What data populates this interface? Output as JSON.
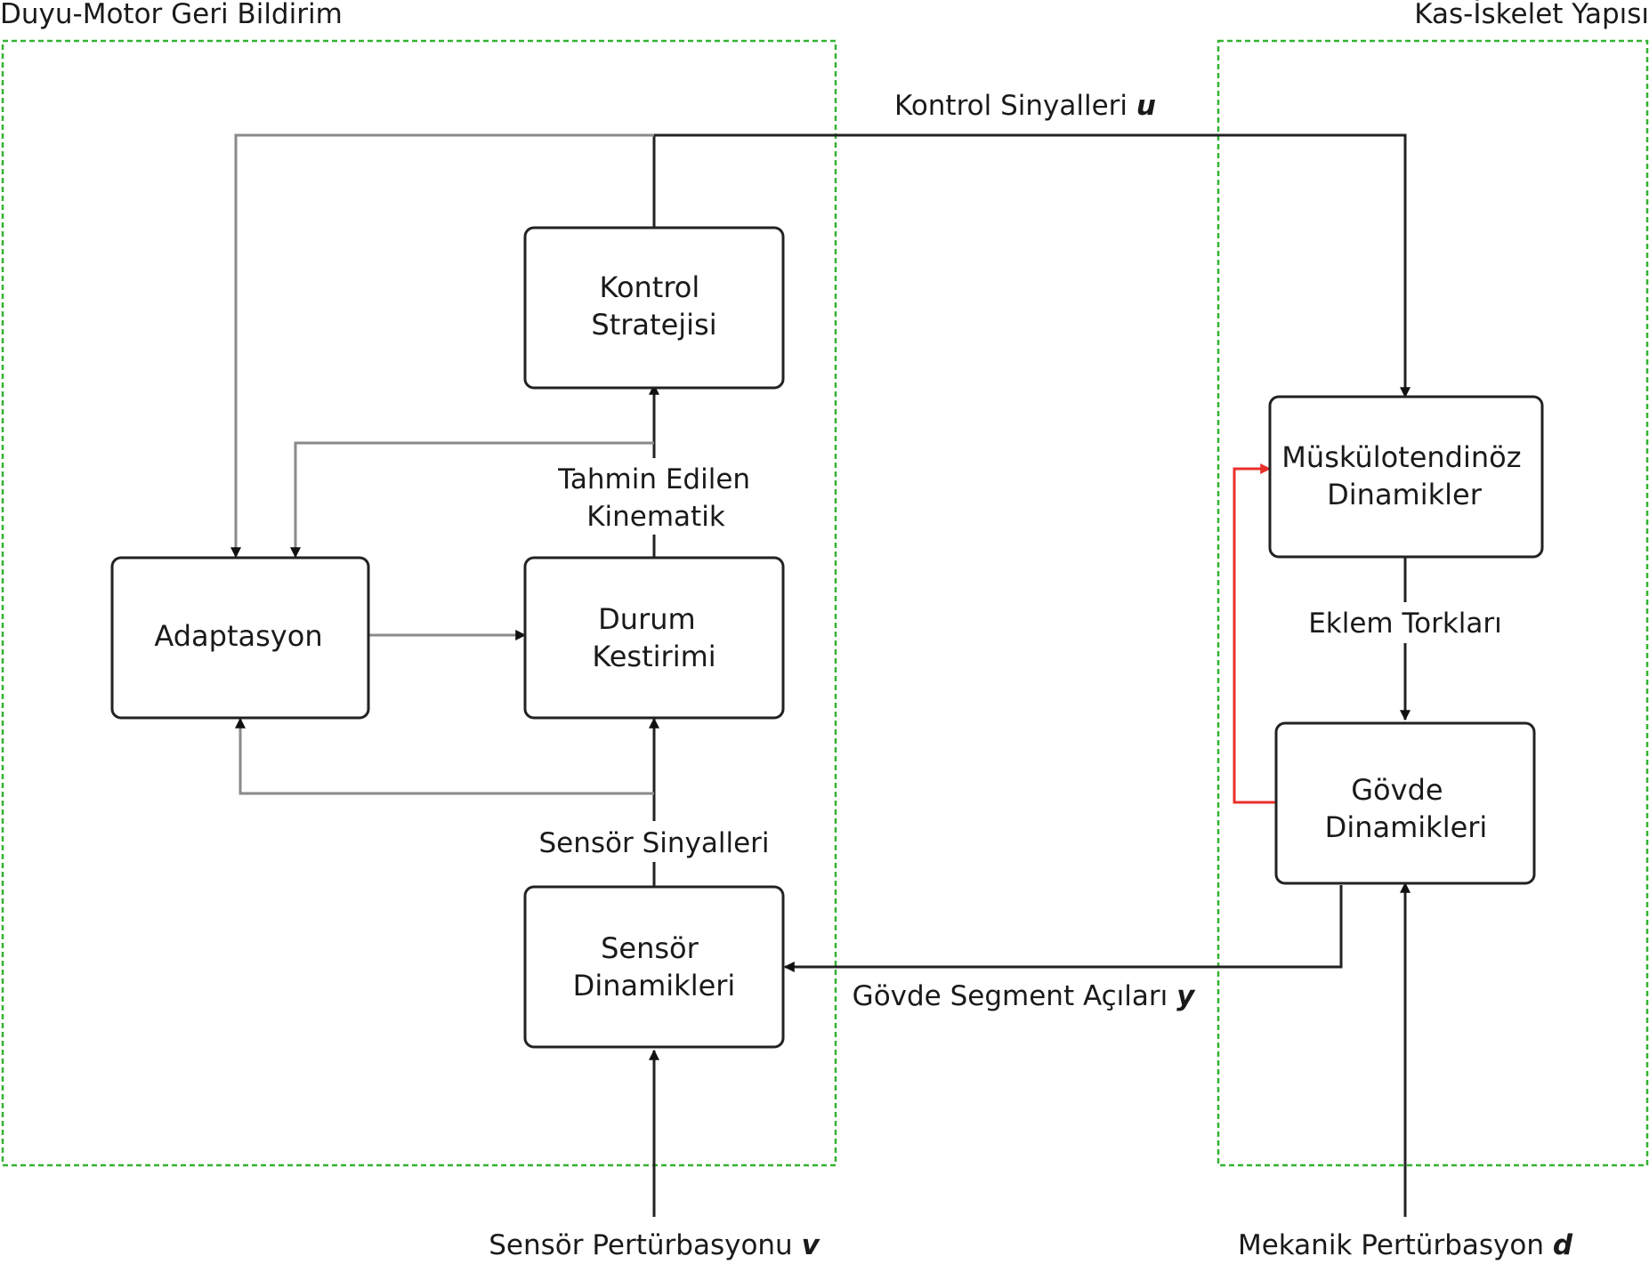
{
  "regions": {
    "sensorimotor": "Duyu-Motor Geri Bildirim",
    "musculoskeletal": "Kas-İskelet Yapısı"
  },
  "nodes": {
    "control_strategy": [
      "Kontrol",
      "Stratejisi"
    ],
    "adaptation": [
      "Adaptasyon"
    ],
    "state_estimation": [
      "Durum",
      "Kestirimi"
    ],
    "sensor_dynamics": [
      "Sensör",
      "Dinamikleri"
    ],
    "musculotendon": [
      "Müskülotendinöz",
      "Dinamikler"
    ],
    "body_dynamics": [
      "Gövde",
      "Dinamikleri"
    ]
  },
  "edges": {
    "control_signals": {
      "text": "Kontrol Sinyalleri",
      "var": "u"
    },
    "estimated_kinematics": [
      "Tahmin Edilen",
      "Kinematik"
    ],
    "sensor_signals": "Sensör Sinyalleri",
    "joint_torques": "Eklem Torkları",
    "segment_angles": {
      "text": "Gövde Segment Açıları",
      "var": "y"
    },
    "sensor_perturbation": {
      "text": "Sensör Pertürbasyonu",
      "var": "v"
    },
    "mechanical_perturbation": {
      "text": "Mekanik Pertürbasyon",
      "var": "d"
    }
  }
}
